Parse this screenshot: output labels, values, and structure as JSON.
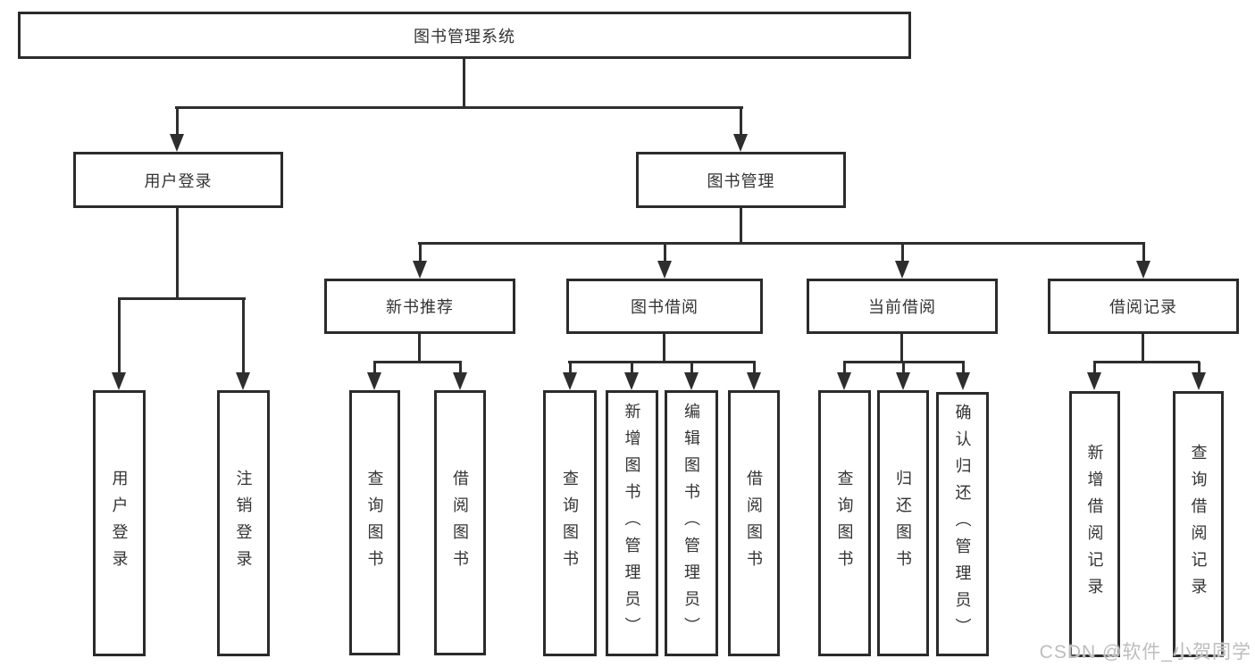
{
  "diagram": {
    "title": "图书管理系统",
    "root": {
      "label": "图书管理系统"
    },
    "level2": {
      "user_login": {
        "label": "用户登录"
      },
      "book_management": {
        "label": "图书管理"
      }
    },
    "level3": {
      "new_book_recommend": {
        "label": "新书推荐"
      },
      "book_borrow": {
        "label": "图书借阅"
      },
      "current_borrow": {
        "label": "当前借阅"
      },
      "borrow_records": {
        "label": "借阅记录"
      }
    },
    "leaves": {
      "user": [
        "用户登录",
        "注销登录"
      ],
      "newbook": [
        "查询图书",
        "借阅图书"
      ],
      "borrow": [
        "查询图书",
        "新增图书（管理员）",
        "编辑图书（管理员）",
        "借阅图书"
      ],
      "current": [
        "查询图书",
        "归还图书",
        "确认归还（管理员）"
      ],
      "records": [
        "新增借阅记录",
        "查询借阅记录"
      ]
    }
  },
  "watermark": {
    "text": "CSDN @软件_小贺同学"
  },
  "colors": {
    "line": "#2e2e2e",
    "border": "#2b2b2b",
    "text": "#333333",
    "background": "#ffffff",
    "watermark": "#bab8b8"
  }
}
